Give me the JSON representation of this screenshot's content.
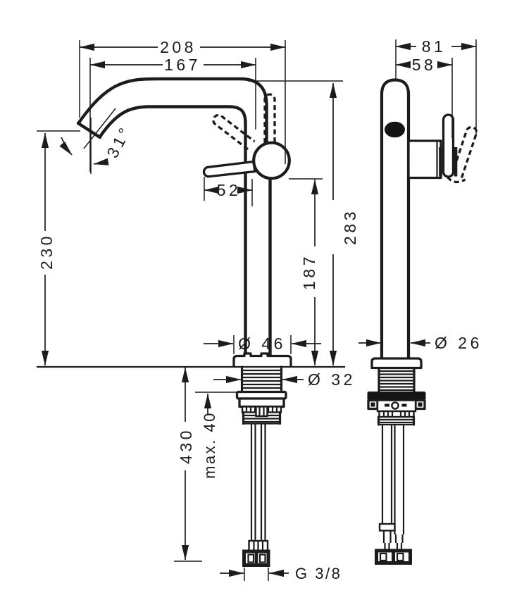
{
  "drawing": {
    "ink_color": "#1c1c1c",
    "background": "#ffffff",
    "front_view": {
      "overall_depth": "208",
      "spout_reach": "167",
      "spout_angle": "31°",
      "lever_length": "52",
      "spout_height": "230",
      "overall_height": "283",
      "pivot_height": "187",
      "base_diameter": "Ø 46",
      "shank_diameter": "Ø 32",
      "hose_length": "430",
      "max_mounting_thickness": "max. 40",
      "connection_thread": "G 3/8"
    },
    "side_view": {
      "overall_width": "81",
      "handle_projection": "58",
      "body_diameter": "Ø 26"
    }
  }
}
